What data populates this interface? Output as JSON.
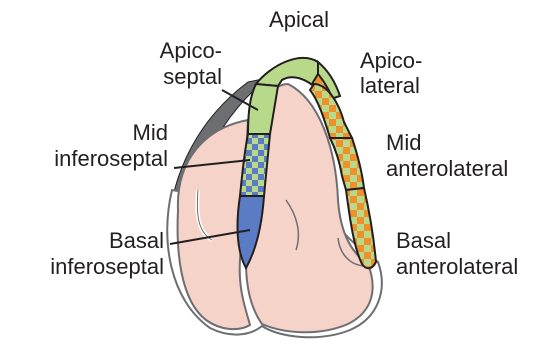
{
  "labels": {
    "apical": "Apical",
    "apico_septal": [
      "Apico-",
      "septal"
    ],
    "apico_lateral": [
      "Apico-",
      "lateral"
    ],
    "mid_inferoseptal": [
      "Mid",
      "inferoseptal"
    ],
    "mid_anterolateral": [
      "Mid",
      "anterolateral"
    ],
    "basal_inferoseptal": [
      "Basal",
      "inferoseptal"
    ],
    "basal_anterolateral": [
      "Basal",
      "anterolateral"
    ]
  },
  "colors": {
    "apical_green": "#b9d98a",
    "septal_blue": "#5b7cc4",
    "lateral_orange": "#f0902a",
    "heart_pink": "#f6d3c8",
    "outline_gray": "#6d6e71",
    "outline_dark": "#231f20"
  }
}
